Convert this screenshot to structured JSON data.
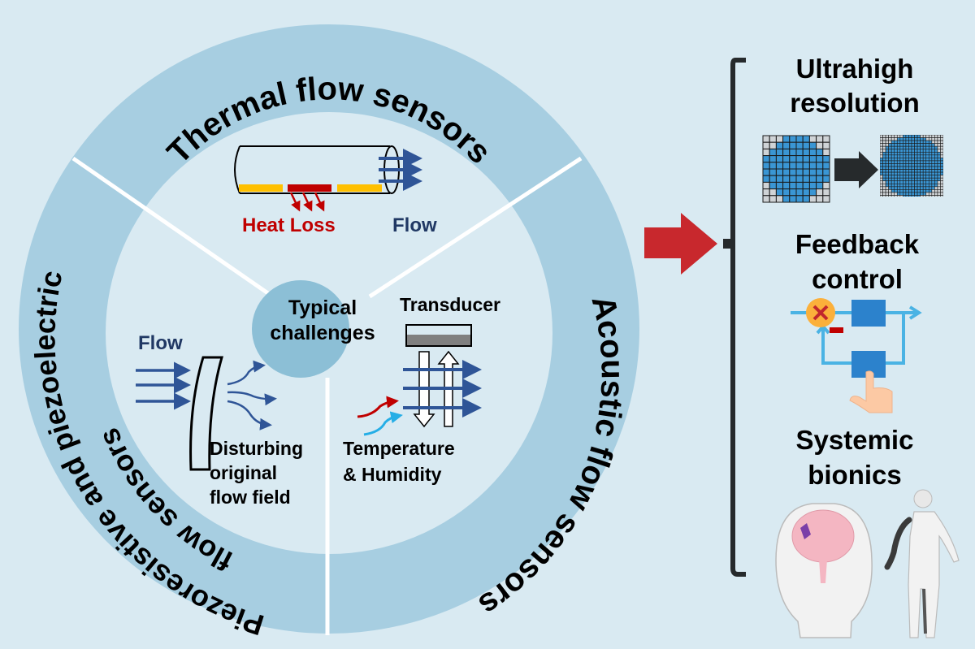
{
  "diagram": {
    "center_label": [
      "Typical",
      "challenges"
    ],
    "sectors": [
      {
        "name": "Thermal flow sensors",
        "challenge_labels": {
          "heat": "Heat Loss",
          "flow": "Flow"
        }
      },
      {
        "name": "Acoustic flow sensors",
        "challenge_labels": {
          "transducer": "Transducer",
          "env": [
            "Temperature",
            "& Humidity"
          ]
        }
      },
      {
        "name_outer": "Piezoresistive and piezoelectric",
        "name_inner": "flow sensors",
        "challenge_labels": {
          "flow": "Flow",
          "disturb": [
            "Disturbing",
            "original",
            "flow field"
          ]
        }
      }
    ],
    "outcomes": [
      {
        "title": [
          "Ultrahigh",
          "resolution"
        ],
        "icon": "pixel-grid-refinement-icon"
      },
      {
        "title": [
          "Feedback",
          "control"
        ],
        "icon": "feedback-loop-icon"
      },
      {
        "title": [
          "Systemic",
          "bionics"
        ],
        "icon": "brain-and-prosthetic-body-icon"
      }
    ]
  },
  "colors": {
    "background": "#d9eaf2",
    "ring": "#a7cee1",
    "inner_disk": "#d9eaf2",
    "center_circle": "#8cbfd6",
    "flow_arrow": "#2f5597",
    "heat": "#c00000",
    "heater_side": "#ffc000",
    "big_arrow": "#c8282d",
    "bracket": "#262a2c",
    "pixel_blue": "#3a96d4",
    "humidity": "#25aee6"
  }
}
